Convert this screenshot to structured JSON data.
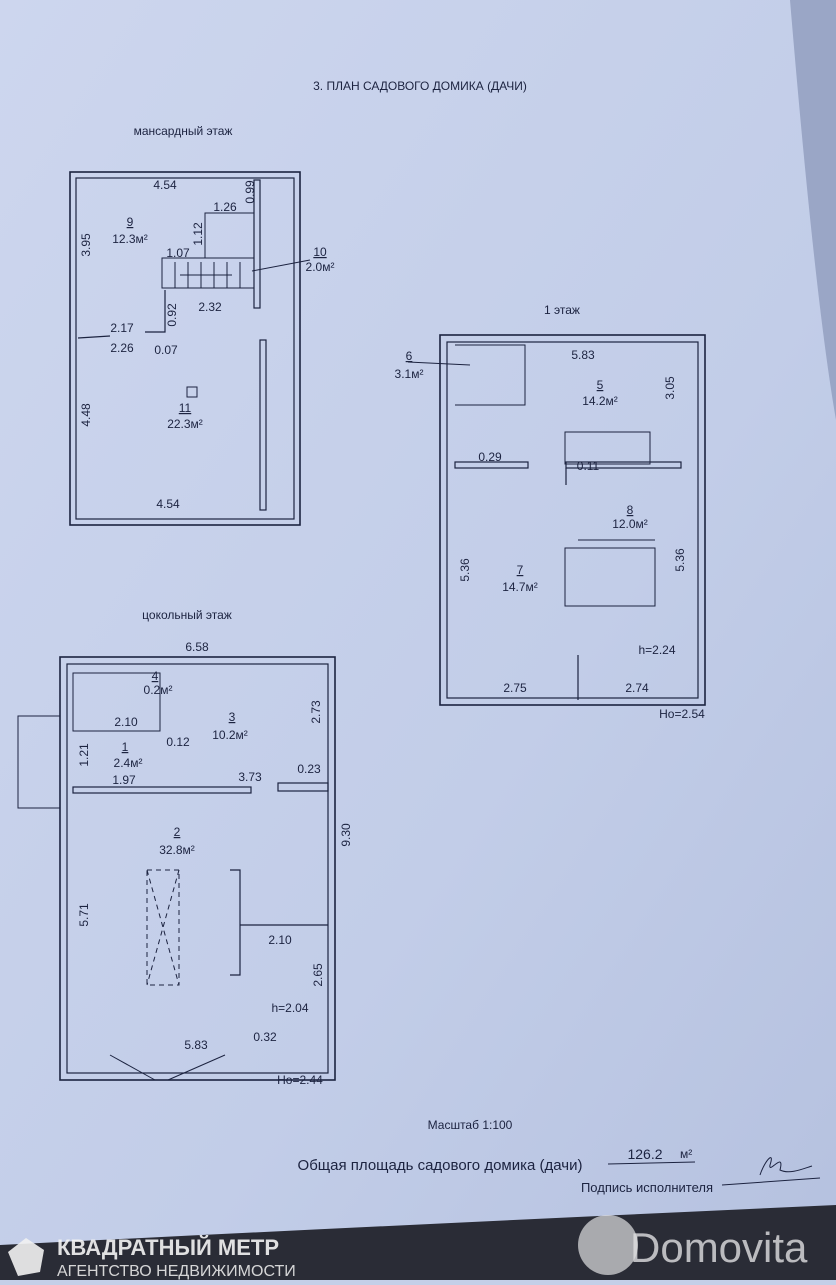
{
  "header": {
    "title": "3. ПЛАН САДОВОГО ДОМИКА (ДАЧИ)"
  },
  "attic": {
    "title": "мансардный этаж",
    "dims": [
      "4.54",
      "1.26",
      "0.99",
      "1.12",
      "1.07",
      "0.92",
      "2.32",
      "2.17",
      "2.26",
      "0.07",
      "3.95",
      "4.48",
      "4.54"
    ],
    "rooms": [
      {
        "num": "9",
        "area": "12.3м²"
      },
      {
        "num": "10",
        "area": "2.0м²"
      },
      {
        "num": "11",
        "area": "22.3м²"
      }
    ]
  },
  "first_floor": {
    "title": "1 этаж",
    "dims": [
      "5.83",
      "3.05",
      "0.29",
      "0.11",
      "5.36",
      "5.36",
      "2.75",
      "2.74"
    ],
    "rooms": [
      {
        "num": "6",
        "area": "3.1м²"
      },
      {
        "num": "5",
        "area": "14.2м²"
      },
      {
        "num": "8",
        "area": "12.0м²"
      },
      {
        "num": "7",
        "area": "14.7м²"
      }
    ],
    "height": "h=2.24",
    "level": "Hо=2.54"
  },
  "basement": {
    "title": "цокольный этаж",
    "dims": [
      "6.58",
      "2.10",
      "2.73",
      "0.12",
      "1.21",
      "1.97",
      "3.73",
      "0.23",
      "9.30",
      "5.71",
      "2.10",
      "2.65",
      "5.83",
      "0.32"
    ],
    "rooms": [
      {
        "num": "4",
        "area": "0.2м²"
      },
      {
        "num": "3",
        "area": "10.2м²"
      },
      {
        "num": "1",
        "area": "2.4м²"
      },
      {
        "num": "2",
        "area": "32.8м²"
      }
    ],
    "height": "h=2.04",
    "level": "Hо=2.44"
  },
  "footer": {
    "scale": "Масштаб 1:100",
    "total_area_label": "Общая площадь садового домика (дачи)",
    "total_area_value": "126.2",
    "total_area_unit": "м²",
    "signature_label": "Подпись исполнителя"
  },
  "watermarks": {
    "agency_name": "КВАДРАТНЫЙ МЕТР",
    "agency_subtitle": "АГЕНТСТВО НЕДВИЖИМОСТИ",
    "site": "Domovita"
  },
  "colors": {
    "paper": "#c4cfe8",
    "ink": "#1c2340",
    "shadow": "#2a2c36"
  }
}
